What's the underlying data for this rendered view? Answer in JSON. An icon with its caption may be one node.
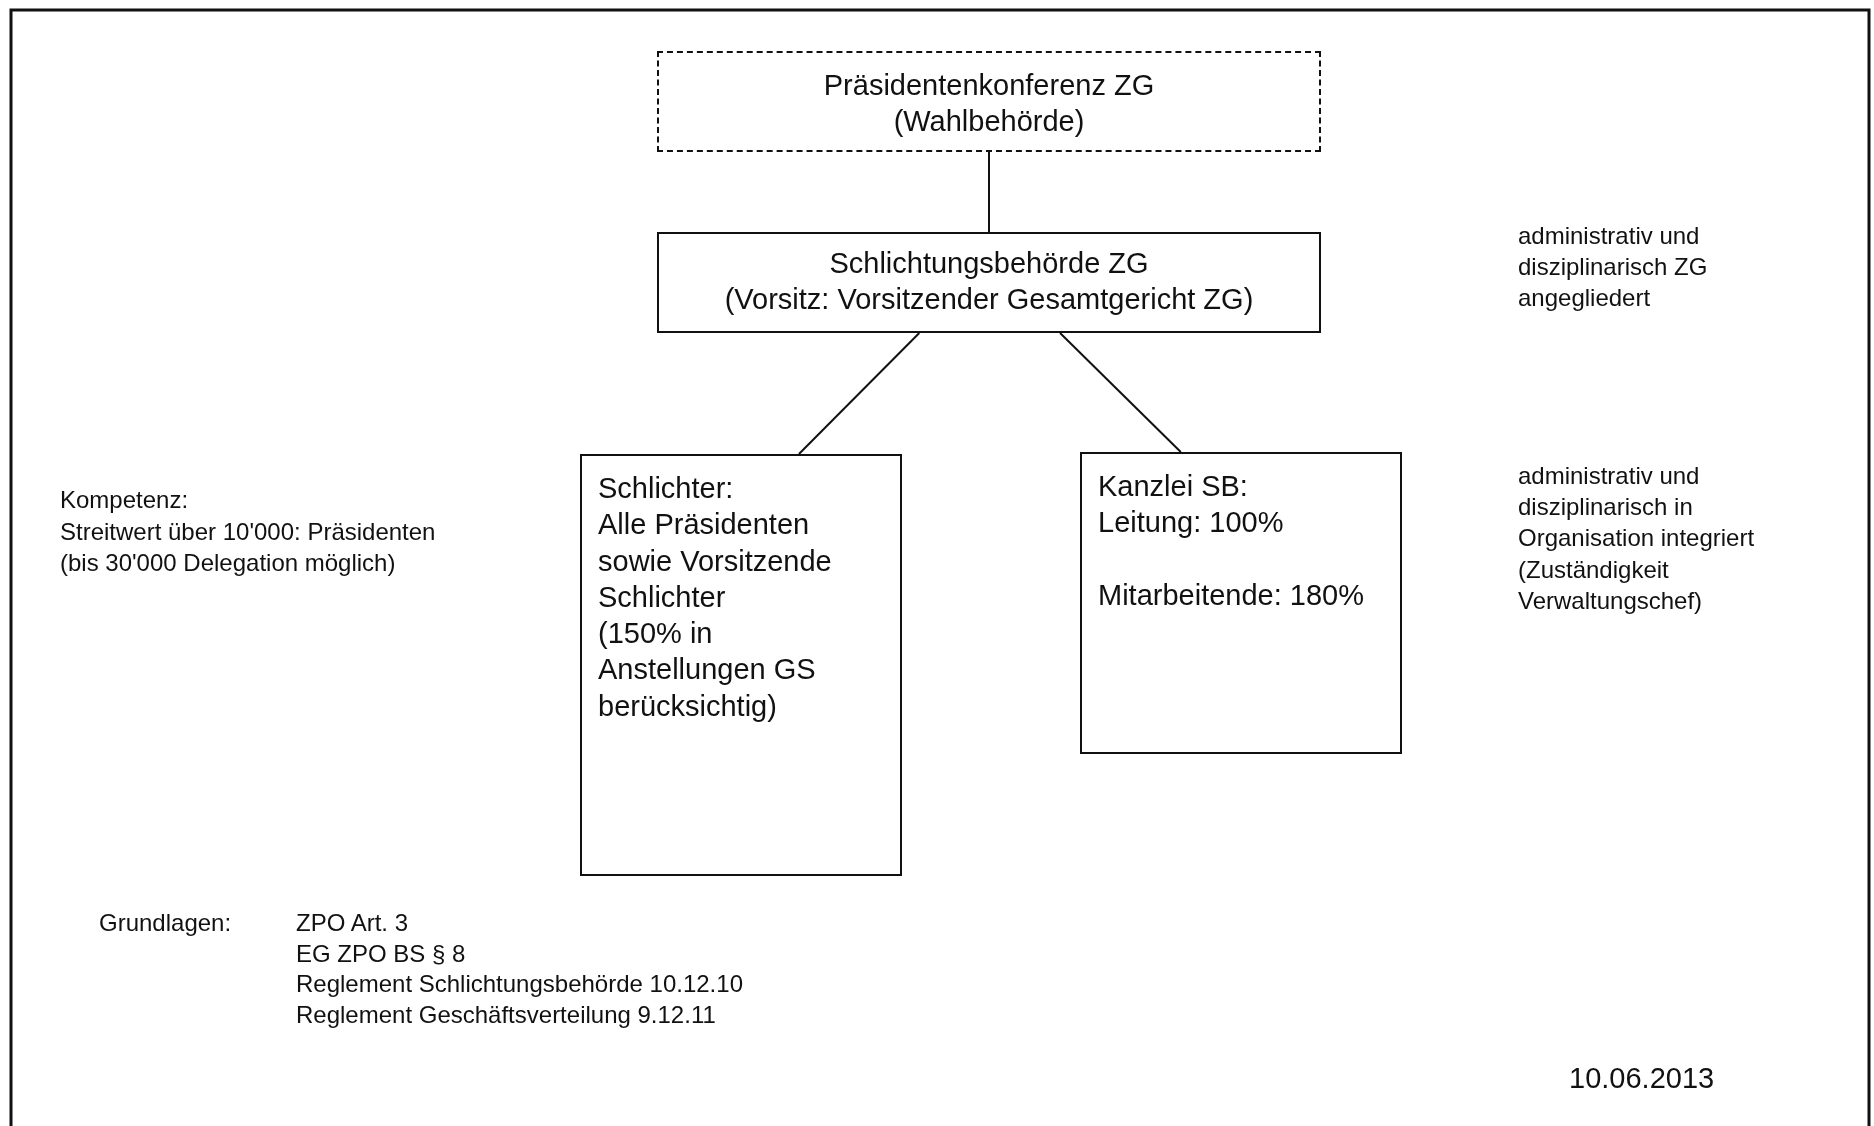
{
  "diagram": {
    "nodes": [
      {
        "text": [
          "Präsidentenkonferenz ZG",
          "(Wahlbehörde)"
        ]
      },
      {
        "text": [
          "Schlichtungsbehörde ZG",
          "(Vorsitz: Vorsitzender Gesamtgericht ZG)"
        ]
      },
      {
        "text": [
          "Schlichter:",
          "Alle Präsidenten sowie Vorsitzende Schlichter",
          "(150% in Anstellungen GS berücksichtig)"
        ]
      },
      {
        "text": [
          "Kanzlei SB:",
          "Leitung: 100%",
          "Mitarbeitende: 180%"
        ]
      }
    ],
    "edges": [
      {
        "from": 0,
        "to": 1,
        "arrow": "none"
      },
      {
        "from": 1,
        "to": 2,
        "arrow": "none"
      },
      {
        "from": 1,
        "to": 3,
        "arrow": "none"
      }
    ],
    "labels": [
      "administrativ und disziplinarisch ZG angegliedert",
      "Kompetenz:",
      "Streitwert über 10'000: Präsidenten",
      "(bis 30'000 Delegation möglich)",
      "administrativ und disziplinarisch in Organisation integriert (Zuständigkeit Verwaltungschef)",
      "Grundlagen:",
      "ZPO Art. 3",
      "EG ZPO BS § 8",
      "Reglement Schlichtungsbehörde 10.12.10",
      "Reglement Geschäftsverteilung 9.12.11",
      "10.06.2013"
    ]
  }
}
